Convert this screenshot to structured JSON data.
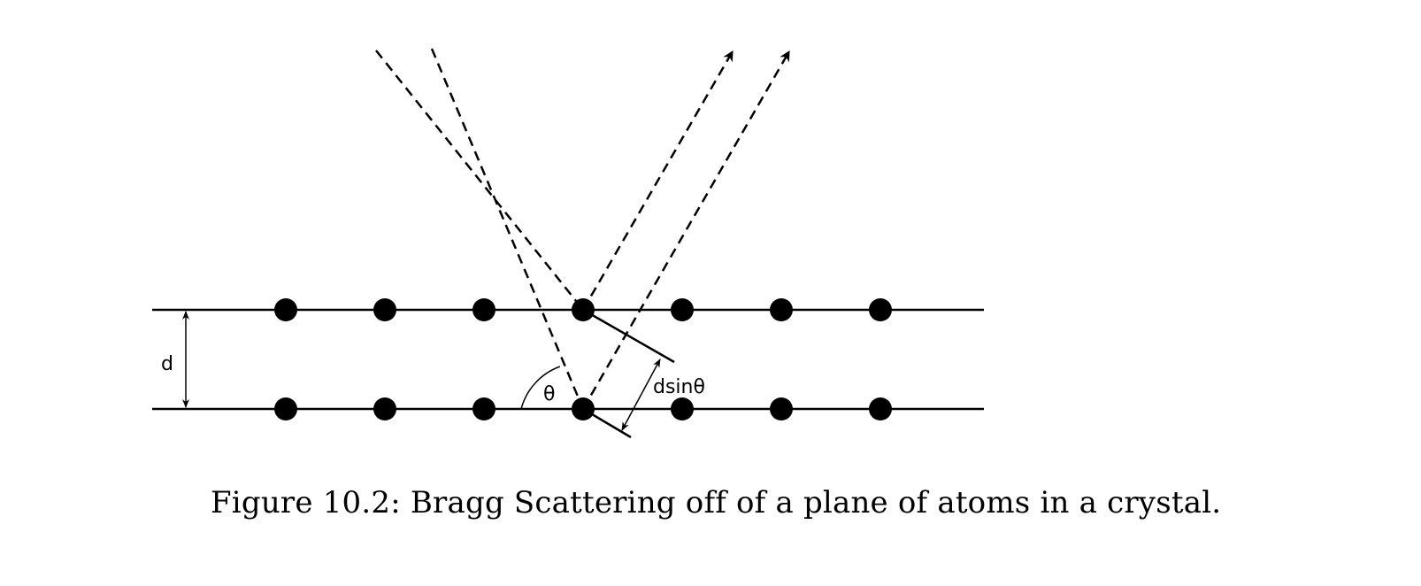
{
  "figure": {
    "caption": "Figure 10.2: Bragg Scattering off of a plane of atoms in a crystal.",
    "labels": {
      "spacing": "d",
      "angle": "θ",
      "path_difference": "dsinθ"
    },
    "atoms_per_plane": 7,
    "planes": 2,
    "colors": {
      "ink": "#000000",
      "background": "#ffffff"
    }
  }
}
